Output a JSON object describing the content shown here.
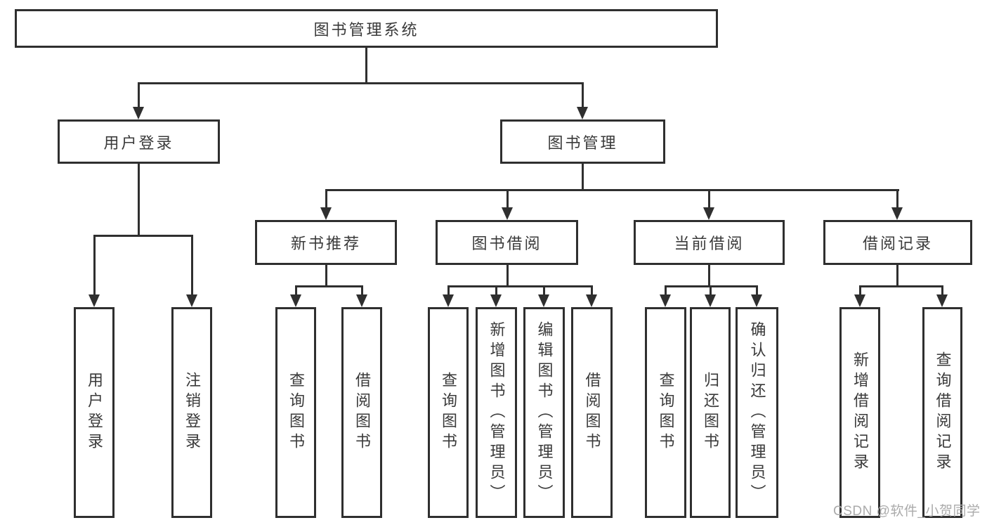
{
  "diagram": {
    "root": {
      "label": "图书管理系统"
    },
    "level2": [
      {
        "label": "用户登录"
      },
      {
        "label": "图书管理"
      }
    ],
    "level3": [
      {
        "label": "新书推荐"
      },
      {
        "label": "图书借阅"
      },
      {
        "label": "当前借阅"
      },
      {
        "label": "借阅记录"
      }
    ],
    "leaves": {
      "user": [
        {
          "label": "用户登录"
        },
        {
          "label": "注销登录"
        }
      ],
      "recommend": [
        {
          "label": "查询图书"
        },
        {
          "label": "借阅图书"
        }
      ],
      "borrow": [
        {
          "label": "查询图书"
        },
        {
          "label": "新增图书（管理员）"
        },
        {
          "label": "编辑图书（管理员）"
        },
        {
          "label": "借阅图书"
        }
      ],
      "current": [
        {
          "label": "查询图书"
        },
        {
          "label": "归还图书"
        },
        {
          "label": "确认归还（管理员）"
        }
      ],
      "record": [
        {
          "label": "新增借阅记录"
        },
        {
          "label": "查询借阅记录"
        }
      ]
    }
  },
  "watermark": {
    "text": "CSDN @软件_小贺同学"
  },
  "colors": {
    "line": "#2f2f2f",
    "text": "#3a3a3a",
    "watermark": "#ababab",
    "background": "#ffffff"
  }
}
